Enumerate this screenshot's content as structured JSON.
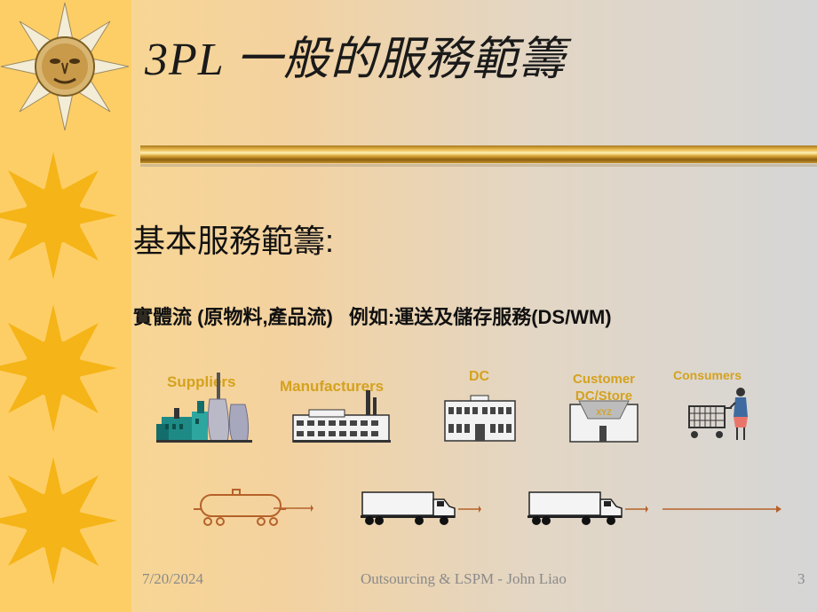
{
  "slide": {
    "title": "3PL 一般的服務範籌",
    "heading": "基本服務範籌:",
    "subline_part1": "實體流 (原物料,產品流)",
    "subline_part2": "例如:運送及儲存服務(DS/WM)"
  },
  "nodes": [
    {
      "label": "Suppliers",
      "icon": "factory-icon"
    },
    {
      "label": "Manufacturers",
      "icon": "manufacturing-plant-icon"
    },
    {
      "label": "DC",
      "icon": "warehouse-building-icon"
    },
    {
      "label": "Customer DC/Store",
      "sign": "XYZ",
      "icon": "store-building-icon"
    },
    {
      "label": "Consumers",
      "icon": "shopper-with-cart-icon"
    }
  ],
  "transport": [
    {
      "icon": "rail-tank-car-icon"
    },
    {
      "icon": "semi-truck-icon"
    },
    {
      "icon": "semi-truck-icon"
    },
    {
      "icon": "arrow-icon"
    }
  ],
  "footer": {
    "date": "7/20/2024",
    "center": "Outsourcing & LSPM - John Liao",
    "page": "3"
  },
  "colors": {
    "sidebar": "#fece66",
    "label": "#d4a21e",
    "arrow": "#b5622a"
  }
}
